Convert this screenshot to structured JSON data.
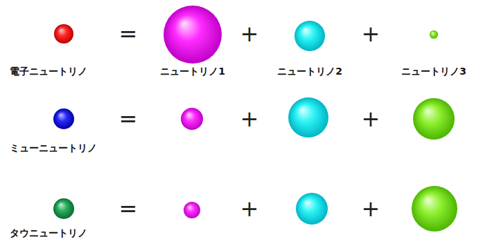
{
  "diagram": {
    "nodes": [
      {
        "text": [
          "電子ニュートリノ"
        ]
      },
      {
        "text": [
          "ニュートリノ1"
        ]
      },
      {
        "text": [
          "ニュートリノ2"
        ]
      },
      {
        "text": [
          "ニュートリノ3"
        ]
      },
      {
        "text": [
          "ミューニュートリノ"
        ]
      },
      {
        "text": [
          "タウニュートリノ"
        ]
      }
    ],
    "labels": [
      "=",
      "+",
      "+",
      "=",
      "+",
      "+",
      "=",
      "+",
      "+"
    ]
  }
}
